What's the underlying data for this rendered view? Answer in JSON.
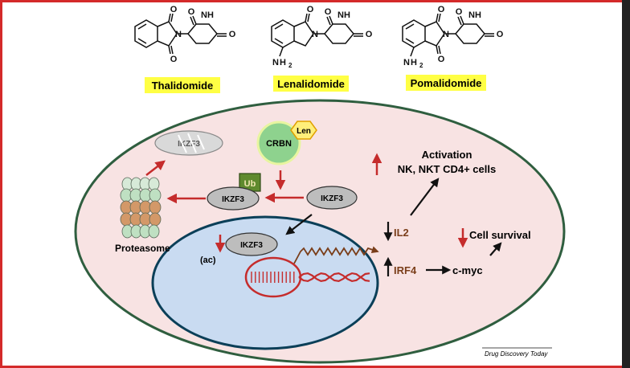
{
  "drugs": [
    {
      "name": "Thalidomide",
      "has_amine": false
    },
    {
      "name": "Lenalidomide",
      "has_amine": true
    },
    {
      "name": "Pomalidomide",
      "has_amine": true
    }
  ],
  "atoms": {
    "oxygen": "O",
    "nitrogen": "N",
    "hydrogen": "H",
    "amine_h": "H",
    "amine_sub": "2"
  },
  "labels": {
    "crbn": "CRBN",
    "len": "Len",
    "ub": "Ub",
    "ikzf3": "IKZF3",
    "ikzf3_degraded": "IKZF3",
    "proteasome": "Proteasome",
    "ac": "(ac)",
    "activation_line1": "Activation",
    "activation_line2": "NK, NKT CD4+ cells",
    "il2": "IL2",
    "irf4": "IRF4",
    "cmyc": "c-myc",
    "cell_survival": "Cell survival",
    "source": "Drug Discovery Today"
  },
  "colors": {
    "frame": "#d42a2a",
    "cell_fill": "#f8e3e3",
    "cell_stroke": "#2f5e3f",
    "nucleus_fill": "#c9dbf1",
    "nucleus_stroke": "#0b3f58",
    "arrow_red": "#c52c2c",
    "label_bg": "#ffff44",
    "crbn_fill": "#8ed28e",
    "len_fill": "#ffef7a",
    "ub_fill": "#5f8a2e",
    "protein_fill": "#bdbdbd",
    "dna_red": "#c52c2c",
    "brown": "#7a3e1a"
  }
}
